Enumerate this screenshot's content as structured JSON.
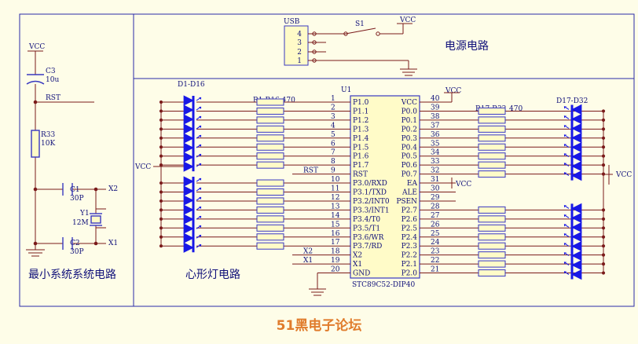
{
  "labels": {
    "vcc": "VCC",
    "usb": "USB",
    "usb_pins": [
      "4",
      "3",
      "2",
      "1"
    ],
    "switch": "S1",
    "power_section": "电源电路",
    "c3": "C3",
    "c3_value": "10u",
    "rst": "RST",
    "r33": "R33",
    "r33_value": "10K",
    "c1": "C1",
    "c1_value": "30P",
    "c2": "C2",
    "c2_value": "30P",
    "y1": "Y1",
    "y1_value": "12M",
    "x1": "X1",
    "x2": "X2",
    "min_system_section": "最小系统系统电路",
    "heart_section": "心形灯电路",
    "d1_d16": "D1-D16",
    "r1_r16": "R1-R16 470",
    "r17_r32": "R17-R32",
    "r17_r32_value": "470",
    "d17_d32": "D17-D32",
    "u1": "U1",
    "chip_name": "STC89C52-DIP40"
  },
  "chip": {
    "left_pins": [
      {
        "num": "1",
        "name": "P1.0"
      },
      {
        "num": "2",
        "name": "P1.1"
      },
      {
        "num": "3",
        "name": "P1.2"
      },
      {
        "num": "4",
        "name": "P1.3"
      },
      {
        "num": "5",
        "name": "P1.4"
      },
      {
        "num": "6",
        "name": "P1.5"
      },
      {
        "num": "7",
        "name": "P1.6"
      },
      {
        "num": "8",
        "name": "P1.7"
      },
      {
        "num": "9",
        "name": "RST"
      },
      {
        "num": "10",
        "name": "P3.0/RXD"
      },
      {
        "num": "11",
        "name": "P3.1/TXD"
      },
      {
        "num": "12",
        "name": "P3.2/INT0"
      },
      {
        "num": "13",
        "name": "P3.3/INT1"
      },
      {
        "num": "14",
        "name": "P3.4/T0"
      },
      {
        "num": "15",
        "name": "P3.5/T1"
      },
      {
        "num": "16",
        "name": "P3.6/WR"
      },
      {
        "num": "17",
        "name": "P3.7/RD"
      },
      {
        "num": "18",
        "name": "X2"
      },
      {
        "num": "19",
        "name": "X1"
      },
      {
        "num": "20",
        "name": "GND"
      }
    ],
    "right_pins": [
      {
        "num": "40",
        "name": "VCC"
      },
      {
        "num": "39",
        "name": "P0.0"
      },
      {
        "num": "38",
        "name": "P0.1"
      },
      {
        "num": "37",
        "name": "P0.2"
      },
      {
        "num": "36",
        "name": "P0.3"
      },
      {
        "num": "35",
        "name": "P0.4"
      },
      {
        "num": "34",
        "name": "P0.5"
      },
      {
        "num": "33",
        "name": "P0.6"
      },
      {
        "num": "32",
        "name": "P0.7"
      },
      {
        "num": "31",
        "name": "EA"
      },
      {
        "num": "30",
        "name": "ALE"
      },
      {
        "num": "29",
        "name": "PSEN"
      },
      {
        "num": "28",
        "name": "P2.7"
      },
      {
        "num": "27",
        "name": "P2.6"
      },
      {
        "num": "26",
        "name": "P2.5"
      },
      {
        "num": "25",
        "name": "P2.4"
      },
      {
        "num": "24",
        "name": "P2.3"
      },
      {
        "num": "23",
        "name": "P2.2"
      },
      {
        "num": "22",
        "name": "P2.1"
      },
      {
        "num": "21",
        "name": "P2.0"
      }
    ],
    "pin_labels": {
      "rst": "RST",
      "x2": "X2",
      "x1": "X1"
    }
  },
  "footer": "51黑电子论坛",
  "colors": {
    "wire": "#7a1a1a",
    "part": "#3838c0",
    "text": "#10107a",
    "led": "#1818e6",
    "footer": "#e07c2c",
    "background": "#fefde8"
  }
}
